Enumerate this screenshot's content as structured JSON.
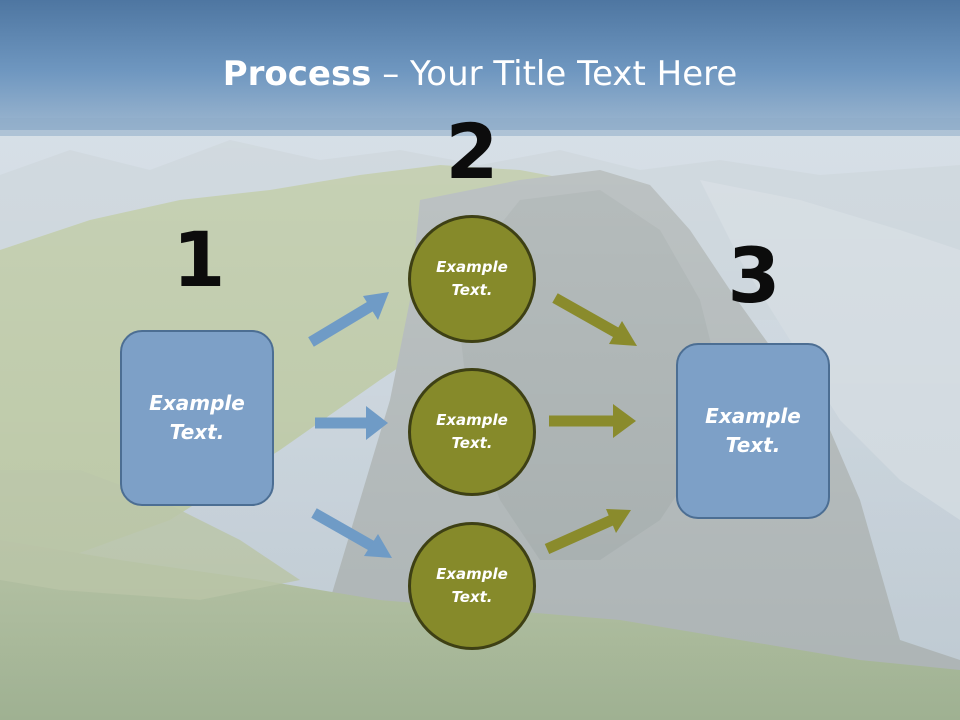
{
  "slide": {
    "title_bold": "Process",
    "title_rest": " – Your Title Text Here"
  },
  "steps": {
    "one": {
      "number": "1",
      "text": "Example Text."
    },
    "two": {
      "number": "2",
      "circles": [
        "Example Text.",
        "Example Text.",
        "Example Text."
      ]
    },
    "three": {
      "number": "3",
      "text": "Example Text."
    }
  },
  "colors": {
    "box_fill": "#7da0c7",
    "circle_fill": "#868a2a",
    "blue_arrow": "#6f9bc6",
    "olive_arrow": "#8a8b2c",
    "title_bar": "#6f93bb"
  }
}
